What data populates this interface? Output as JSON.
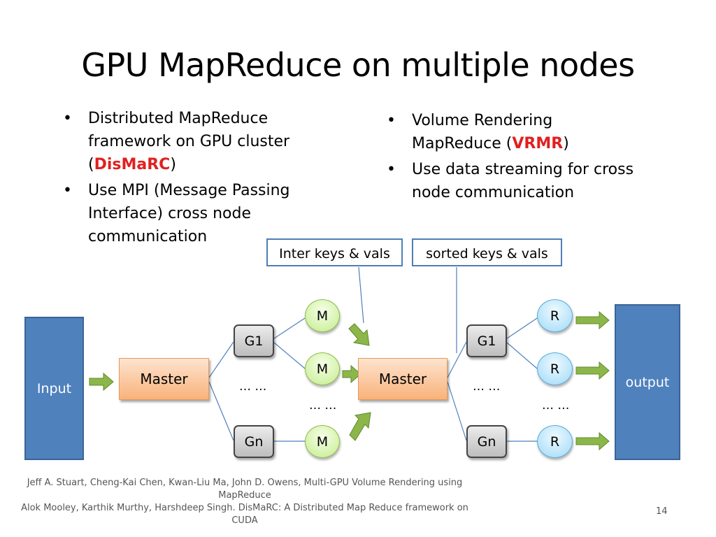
{
  "title": "GPU MapReduce on multiple nodes",
  "left_bullets": [
    {
      "pre": "Distributed MapReduce framework on GPU cluster (",
      "highlight": "DisMaRC",
      "post": ")"
    },
    {
      "text": "Use MPI (Message Passing Interface) cross node communication"
    }
  ],
  "right_bullets": [
    {
      "pre": "Volume Rendering MapReduce (",
      "highlight": "VRMR",
      "post": ")"
    },
    {
      "text": "Use data streaming for cross node communication"
    }
  ],
  "callouts": {
    "inter": "Inter keys & vals",
    "sorted": "sorted keys & vals"
  },
  "diagram": {
    "input": "Input",
    "output": "output",
    "master_left": "Master",
    "master_right": "Master",
    "g1": "G1",
    "gn": "Gn",
    "map": "M",
    "reduce": "R",
    "ellipsis": "… …"
  },
  "citation": {
    "line1": "Jeff A. Stuart, Cheng-Kai Chen, Kwan-Liu Ma, John D. Owens, Multi-GPU Volume Rendering using MapReduce",
    "line2": "Alok Mooley, Karthik Murthy, Harshdeep Singh. DisMaRC: A Distributed Map Reduce framework on CUDA"
  },
  "page_number": "14",
  "colors": {
    "highlight": "#e11f1f",
    "blue_box": "#4f81bd",
    "arrow": "#8cb64a",
    "callout_border": "#4f7eb5"
  }
}
